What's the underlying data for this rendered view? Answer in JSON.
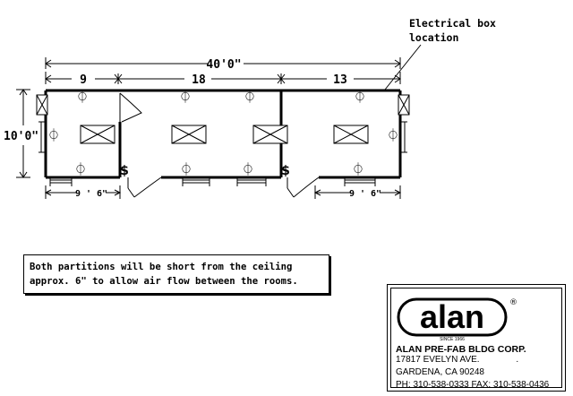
{
  "dimensions": {
    "overall": "40'0\"",
    "seg1": "9",
    "seg2": "18",
    "seg3": "13",
    "height": "10'0\"",
    "left_bottom": "9 ' 6\"",
    "right_bottom": "9 ' 6\""
  },
  "annotations": {
    "electrical_line1": "Electrical box",
    "electrical_line2": "location"
  },
  "symbols": {
    "switch": "$",
    "outlet": "⏀"
  },
  "note": {
    "line1": "Both partitions will be short from the ceiling",
    "line2": "approx. 6\" to allow air flow between the rooms."
  },
  "title_block": {
    "logo_text": "alan",
    "logo_since": "SINCE 1966",
    "registered": "®",
    "company": "ALAN PRE-FAB BLDG CORP.",
    "address1": "17817 EVELYN AVE.",
    "address1_mark": ".",
    "address2": "GARDENA, CA 90248",
    "phone": "PH: 310-538-0333  FAX: 310-538-0436"
  }
}
